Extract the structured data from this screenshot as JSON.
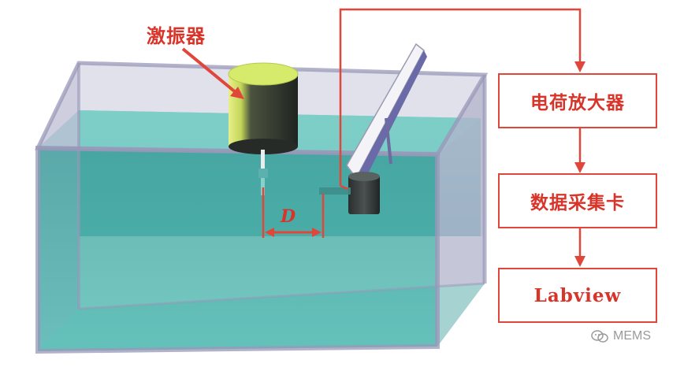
{
  "labels": {
    "exciter": "激振器",
    "distance": "D"
  },
  "flow": {
    "charge_amplifier": "电荷放大器",
    "daq_card": "数据采集卡",
    "software": "Labview"
  },
  "watermark": {
    "text": "MEMS",
    "icon": "wechat-icon"
  },
  "colors": {
    "annotation": "#d8342a",
    "water": "#4fb8b0",
    "tank_frame": "#a9a9c4",
    "exciter_top": "#d4e86a",
    "exciter_body": "#2f3530"
  }
}
